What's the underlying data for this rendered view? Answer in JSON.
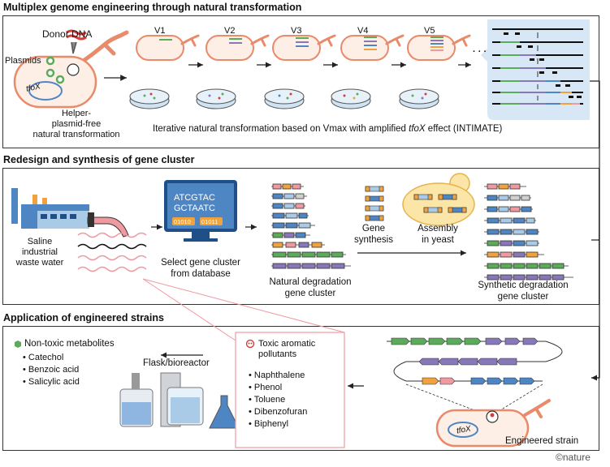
{
  "sections": {
    "s1": "Multiplex genome engineering through natural transformation",
    "s2": "Redesign and synthesis of gene cluster",
    "s3": "Application of engineered strains"
  },
  "panel1": {
    "donor_dna": "Donor DNA",
    "plasmids": "Plasmids",
    "tfox": "tfoX",
    "helper_l1": "Helper-",
    "helper_l2": "plasmid-free",
    "helper_l3": "natural transformation",
    "versions": [
      "V1",
      "V2",
      "V3",
      "V4",
      "V5"
    ],
    "ellipsis": "· · ·",
    "caption_a": "Iterative natural transformation based on Vmax with amplified ",
    "caption_b": "tfoX",
    "caption_c": " effect (INTIMATE)"
  },
  "panel2": {
    "waste_l1": "Saline",
    "waste_l2": "industrial",
    "waste_l3": "waste water",
    "screen_l1": "ATCGTAC",
    "screen_l2": "GCTAATC",
    "screen_b1": "01010",
    "screen_b2": "01011",
    "select_l1": "Select gene cluster",
    "select_l2": "from database",
    "natural_l1": "Natural degradation",
    "natural_l2": "gene cluster",
    "gene_syn_l1": "Gene",
    "gene_syn_l2": "synthesis",
    "assembly_l1": "Assembly",
    "assembly_l2": "in yeast",
    "synthetic_l1": "Synthetic degradation",
    "synthetic_l2": "gene cluster"
  },
  "panel3": {
    "nontoxic": "Non-toxic metabolites",
    "metabolites": [
      "Catechol",
      "Benzoic acid",
      "Salicylic acid"
    ],
    "flask": "Flask/bioreactor",
    "toxic_l1": "Toxic aromatic",
    "toxic_l2": "pollutants",
    "pollutants": [
      "Naphthalene",
      "Phenol",
      "Toluene",
      "Dibenzofuran",
      "Biphenyl"
    ],
    "tfox": "tfoX",
    "engineered": "Engineered strain"
  },
  "credit": "©nature",
  "colors": {
    "cell_fill": "#fdeee6",
    "cell_stroke": "#e98a6a",
    "dish_fill": "#cfe3f2",
    "panel_blue": "#d7e7f5",
    "green": "#5cab5a",
    "purple": "#8878b9",
    "blue": "#4e86c4",
    "orange": "#f0a33c",
    "pink": "#ef9aa0",
    "red": "#d3403c"
  }
}
